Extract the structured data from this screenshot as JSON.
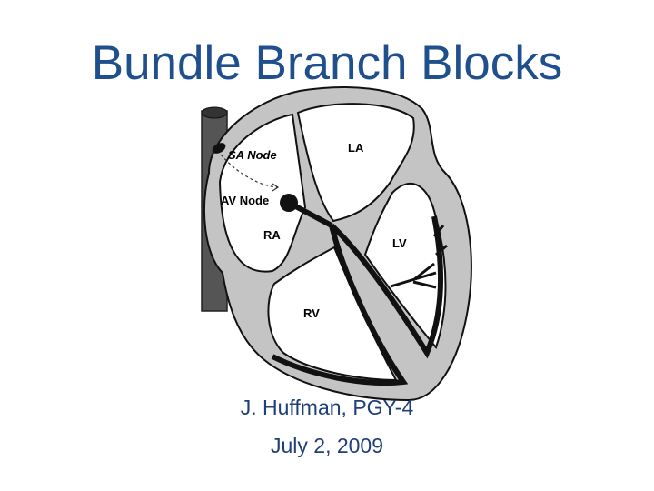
{
  "slide": {
    "title": "Bundle Branch Blocks",
    "author": "J. Huffman, PGY-4",
    "date": "July 2, 2009"
  },
  "diagram": {
    "labels": {
      "sa_node": "SA Node",
      "av_node": "AV Node",
      "la": "LA",
      "ra": "RA",
      "lv": "LV",
      "rv": "RV"
    }
  }
}
